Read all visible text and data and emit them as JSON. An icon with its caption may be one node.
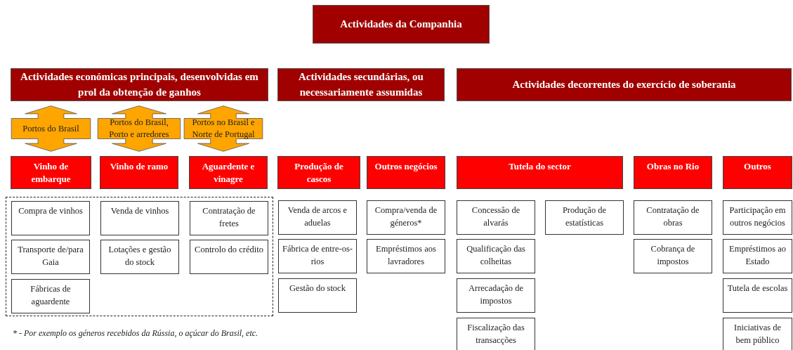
{
  "diagram": {
    "nodes": [
      {
        "text": [
          "Actividades da Companhia"
        ]
      },
      {
        "text": [
          "Actividades económicas principais, desenvolvidas em prol da obtenção de ganhos"
        ]
      },
      {
        "text": [
          "Actividades secundárias, ou necessariamente assumidas"
        ]
      },
      {
        "text": [
          "Actividades decorrentes do exercício de soberania"
        ]
      },
      {
        "text": [
          "Portos do Brasil"
        ]
      },
      {
        "text": [
          "Portos do Brasil, Porto e arredores"
        ]
      },
      {
        "text": [
          "Portos no Brasil e Norte de Portugal"
        ]
      },
      {
        "text": [
          "Vinho de embarque"
        ]
      },
      {
        "text": [
          "Vinho de ramo"
        ]
      },
      {
        "text": [
          "Aguardente e vinagre"
        ]
      },
      {
        "text": [
          "Produção de cascos"
        ]
      },
      {
        "text": [
          "Outros negócios"
        ]
      },
      {
        "text": [
          "Tutela do sector"
        ]
      },
      {
        "text": [
          "Obras no Rio"
        ]
      },
      {
        "text": [
          "Outros"
        ]
      },
      {
        "text": [],
        "shape": "box"
      },
      {
        "text": [
          "Compra de vinhos"
        ],
        "in": 15
      },
      {
        "text": [
          "Venda de vinhos"
        ],
        "in": 15
      },
      {
        "text": [
          "Contratação de fretes"
        ],
        "in": 15
      },
      {
        "text": [
          "Venda de arcos e aduelas"
        ]
      },
      {
        "text": [
          "Compra/venda de géneros*"
        ]
      },
      {
        "text": [
          "Concessão de alvarás"
        ]
      },
      {
        "text": [
          "Produção de estatísticas"
        ]
      },
      {
        "text": [
          "Contratação de obras"
        ]
      },
      {
        "text": [
          "Participação em outros negócios"
        ]
      },
      {
        "text": [
          "Transporte de/para Gaia"
        ],
        "in": 15
      },
      {
        "text": [
          "Lotações e gestão do stock"
        ],
        "in": 15
      },
      {
        "text": [
          "Controlo do crédito"
        ],
        "in": 15
      },
      {
        "text": [
          "Fábrica de entre-os-rios"
        ]
      },
      {
        "text": [
          "Empréstimos aos lavradores"
        ]
      },
      {
        "text": [
          "Qualificação das colheitas"
        ]
      },
      {
        "text": [
          "Cobrança de impostos"
        ]
      },
      {
        "text": [
          "Empréstimos ao Estado"
        ]
      },
      {
        "text": [
          "Fábricas de aguardente"
        ],
        "in": 15
      },
      {
        "text": [
          "Gestão do stock"
        ]
      },
      {
        "text": [
          "Arrecadação de impostos"
        ]
      },
      {
        "text": [
          "Tutela de escolas"
        ]
      },
      {
        "text": [
          "Fiscalização das transacções"
        ]
      },
      {
        "text": [
          "Iniciativas de bem público"
        ]
      }
    ],
    "labels": [
      "* - Por exemplo os géneros recebidos da Rússia, o açúcar do Brasil, etc."
    ]
  }
}
